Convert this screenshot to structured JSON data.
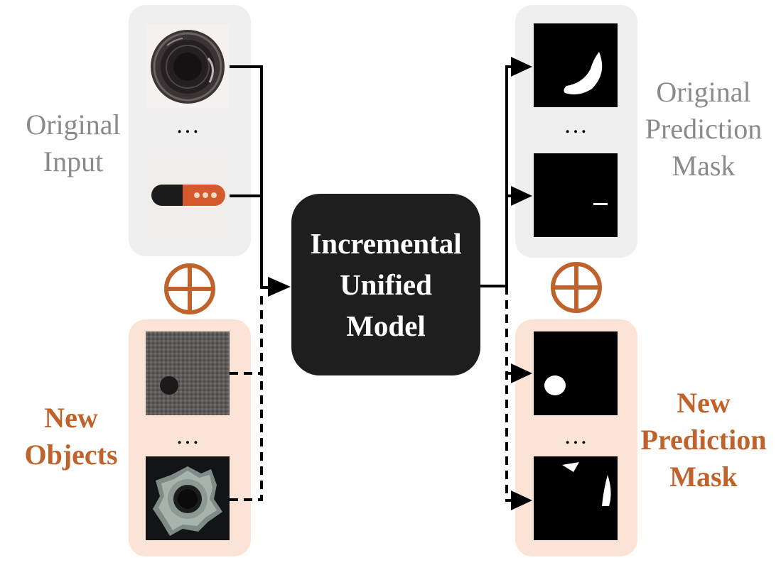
{
  "left": {
    "original_label": "Original\nInput",
    "new_label": "New\nObjects",
    "original_ellipsis": "…",
    "new_ellipsis": "…",
    "original_images": [
      "bottle-thumbnail",
      "capsule-thumbnail"
    ],
    "new_images": [
      "carpet-thumbnail",
      "metal-nut-thumbnail"
    ]
  },
  "model": {
    "label": "Incremental\nUnified\nModel"
  },
  "right": {
    "original_label": "Original\nPrediction\nMask",
    "new_label": "New\nPrediction\nMask",
    "original_ellipsis": "…",
    "new_ellipsis": "…"
  },
  "colors": {
    "gray_panel": "#efefef",
    "peach_panel": "#fbe3d5",
    "orange": "#c0622b",
    "gray_text": "#8a8a8a",
    "model_fill": "#1e1e1e"
  },
  "icons": {
    "combine": "circled-plus-icon"
  }
}
